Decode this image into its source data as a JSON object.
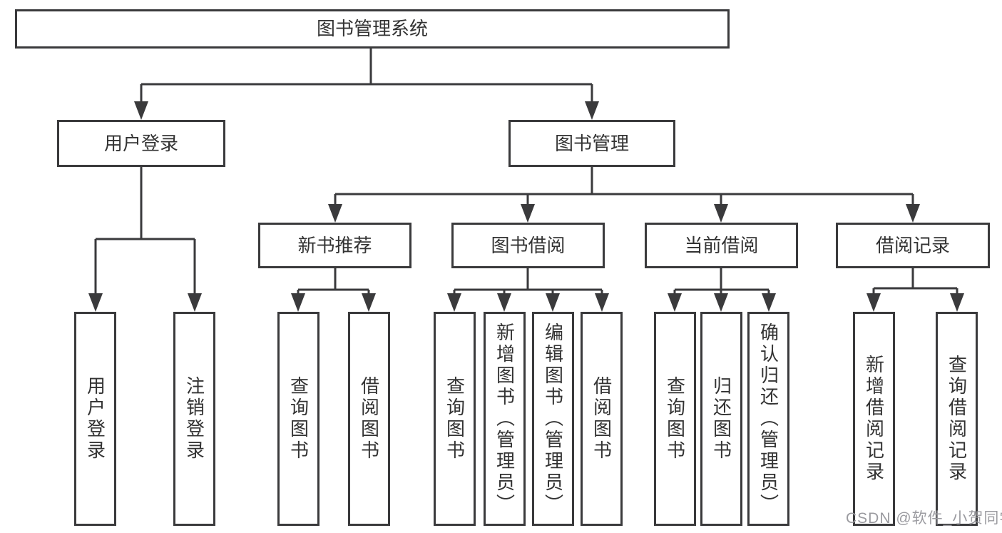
{
  "diagram": {
    "title": "图书管理系统",
    "root": {
      "label": "图书管理系统"
    },
    "level2": [
      {
        "label": "用户登录"
      },
      {
        "label": "图书管理"
      }
    ],
    "level3": [
      {
        "label": "新书推荐"
      },
      {
        "label": "图书借阅"
      },
      {
        "label": "当前借阅"
      },
      {
        "label": "借阅记录"
      }
    ],
    "level4": {
      "user_login": [
        {
          "label": "用户登录"
        },
        {
          "label": "注销登录"
        }
      ],
      "new_books": [
        {
          "label": "查询图书"
        },
        {
          "label": "借阅图书"
        }
      ],
      "book_borrow": [
        {
          "label": "查询图书"
        },
        {
          "label": "新增图书（管理员）"
        },
        {
          "label": "编辑图书（管理员）"
        },
        {
          "label": "借阅图书"
        }
      ],
      "current_borrow": [
        {
          "label": "查询图书"
        },
        {
          "label": "归还图书"
        },
        {
          "label": "确认归还（管理员）"
        }
      ],
      "borrow_records": [
        {
          "label": "新增借阅记录"
        },
        {
          "label": "查询借阅记录"
        }
      ]
    }
  },
  "watermark": {
    "text": "CSDN @软件_小贺同学"
  },
  "colors": {
    "line": "#3a3a3c",
    "border": "#3a3a3c",
    "text": "#333333",
    "background": "#ffffff",
    "watermark": "#9b9ba0"
  }
}
